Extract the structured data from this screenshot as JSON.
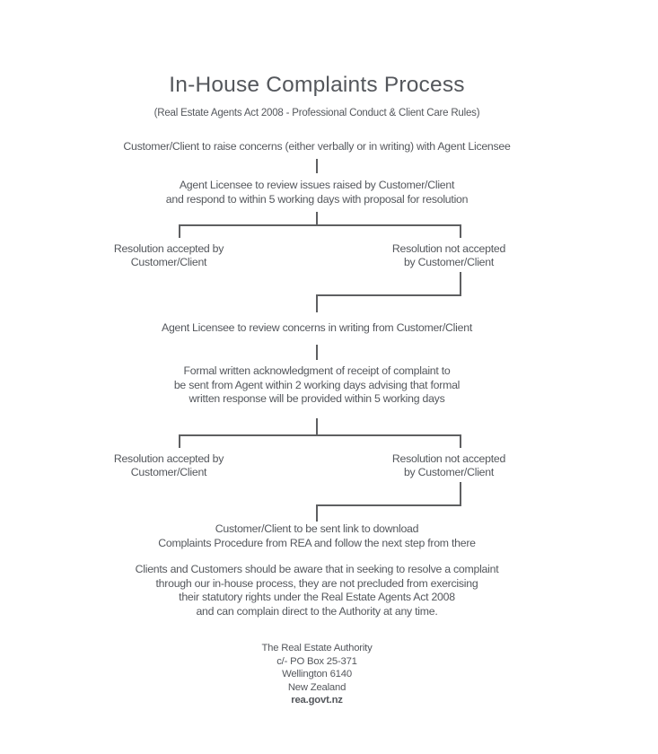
{
  "page": {
    "title": "In-House Complaints Process",
    "subtitle": "(Real Estate Agents Act 2008 - Professional Conduct & Client Care Rules)"
  },
  "flow": {
    "step_raise": "Customer/Client to raise concerns (either verbally or in writing) with Agent Licensee",
    "step_review_issues": [
      "Agent Licensee to review issues raised by Customer/Client",
      "and respond to within 5 working days with proposal for resolution"
    ],
    "branch_accepted": [
      "Resolution accepted by",
      "Customer/Client"
    ],
    "branch_not_accepted": [
      "Resolution not accepted",
      "by Customer/Client"
    ],
    "step_review_written": "Agent Licensee to review concerns in writing from Customer/Client",
    "step_formal_ack": [
      "Formal written acknowledgment of receipt of complaint to",
      "be sent from Agent within 2 working days advising that formal",
      "written response will be provided within 5 working days"
    ],
    "step_send_link": [
      "Customer/Client to be sent link to download",
      "Complaints Procedure from REA and follow the next step from there"
    ],
    "note": [
      "Clients and Customers should be aware that in seeking to resolve a complaint",
      "through our in-house process, they are not precluded from exercising",
      "their statutory rights under the Real Estate Agents Act 2008",
      "and can complain direct to the Authority at any time."
    ]
  },
  "footer": {
    "organisation": "The Real Estate Authority",
    "address_line1": "c/- PO Box 25-371",
    "address_line2": "Wellington 6140",
    "address_line3": "New Zealand",
    "website": "rea.govt.nz"
  },
  "colors": {
    "text": "#54575c",
    "line": "#5e5f61",
    "background": "#ffffff"
  }
}
